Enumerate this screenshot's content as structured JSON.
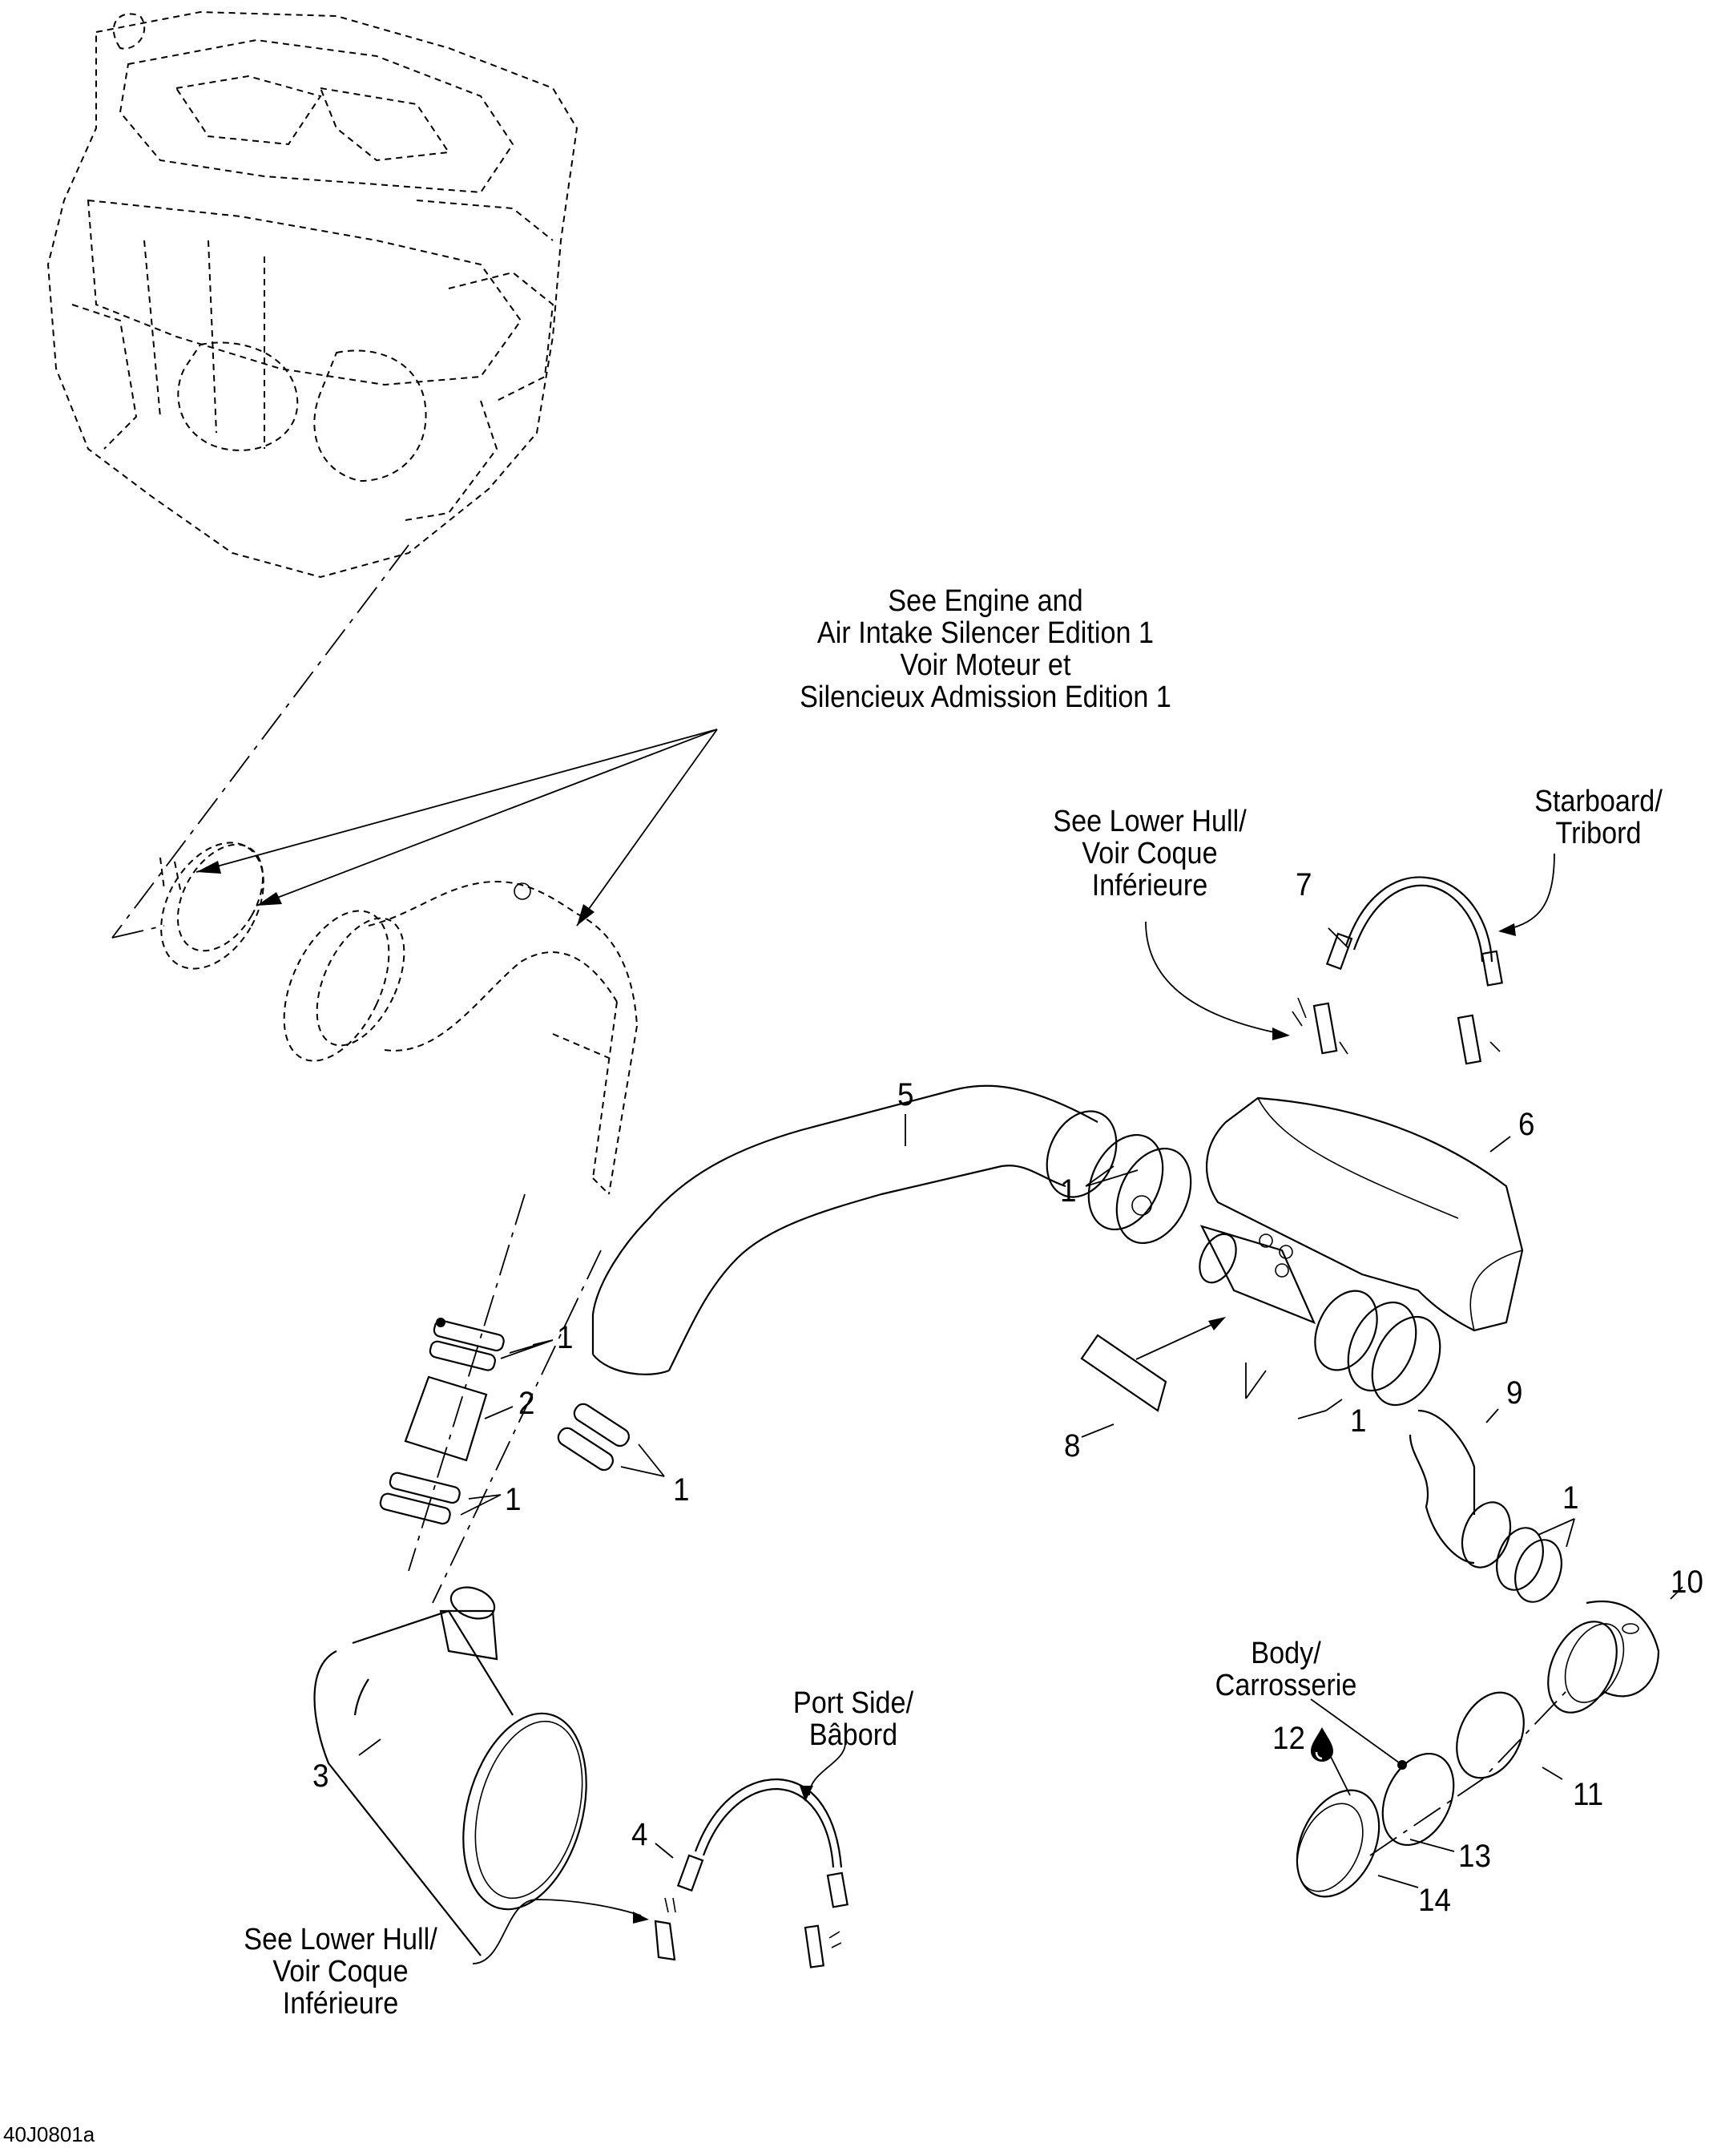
{
  "figure_id": "40J0801a",
  "callouts": {
    "engine_ref": "See Engine and\nAir Intake Silencer Edition 1\nVoir Moteur et\nSilencieux Admission Edition 1",
    "lower_hull_top": "See Lower Hull/\nVoir Coque\nInférieure",
    "starboard": "Starboard/\nTribord",
    "port_side": "Port Side/\nBâbord",
    "body": "Body/\nCarrosserie",
    "lower_hull_bottom": "See Lower Hull/\nVoir Coque\nInférieure"
  },
  "part_labels": {
    "p1_a": "1",
    "p1_b": "1",
    "p1_c": "1",
    "p1_d": "1",
    "p1_e": "1",
    "p1_f": "1",
    "p2": "2",
    "p3": "3",
    "p4": "4",
    "p5": "5",
    "p6": "6",
    "p7": "7",
    "p8": "8",
    "p9": "9",
    "p10": "10",
    "p11": "11",
    "p12": "12",
    "p13": "13",
    "p14": "14"
  },
  "icons": {
    "sealant": "drop-icon"
  }
}
